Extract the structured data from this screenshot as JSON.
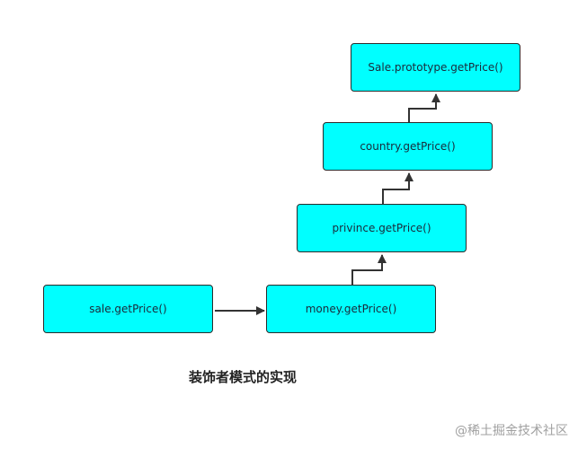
{
  "nodes": {
    "sale_prototype": "Sale.prototype.getPrice()",
    "country": "country.getPrice()",
    "privince": "privince.getPrice()",
    "money": "money.getPrice()",
    "sale": "sale.getPrice()"
  },
  "caption": "装饰者模式的实现",
  "watermark": "@稀土掘金技术社区",
  "colors": {
    "node_fill": "#00ffff",
    "stroke": "#2b2b2b"
  }
}
